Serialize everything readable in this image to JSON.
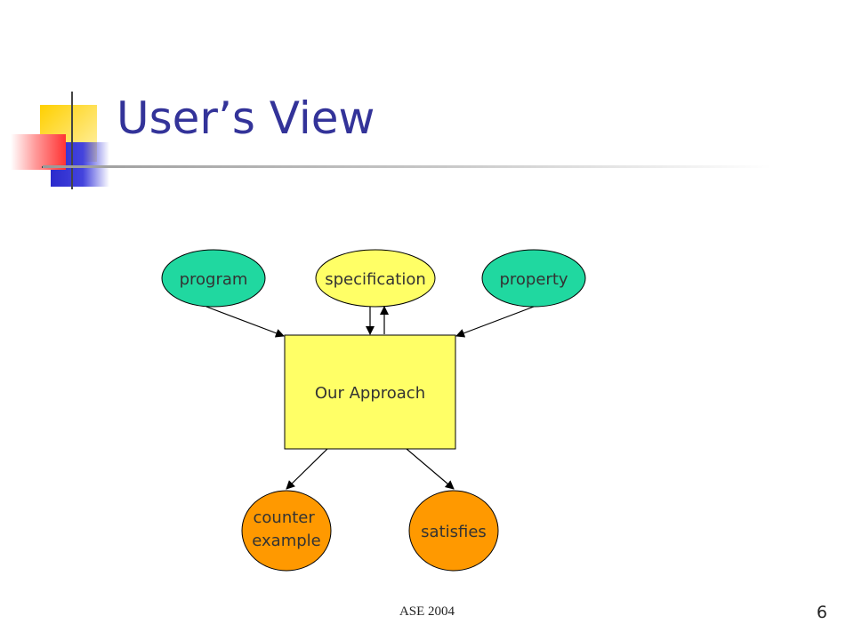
{
  "slide": {
    "title": "User’s View",
    "footer": "ASE 2004",
    "page_number": "6"
  },
  "colors": {
    "title": "#333399",
    "input_node": "#20d8a0",
    "spec_node": "#ffff66",
    "approach_box": "#ffff66",
    "output_node": "#ff9900"
  },
  "diagram": {
    "nodes": {
      "program": {
        "label": "program"
      },
      "specification": {
        "label": "specification"
      },
      "property": {
        "label": "property"
      },
      "approach": {
        "label": "Our Approach"
      },
      "counter_example": {
        "lines": [
          "counter",
          "example"
        ]
      },
      "satisfies": {
        "label": "satisfies"
      }
    }
  }
}
